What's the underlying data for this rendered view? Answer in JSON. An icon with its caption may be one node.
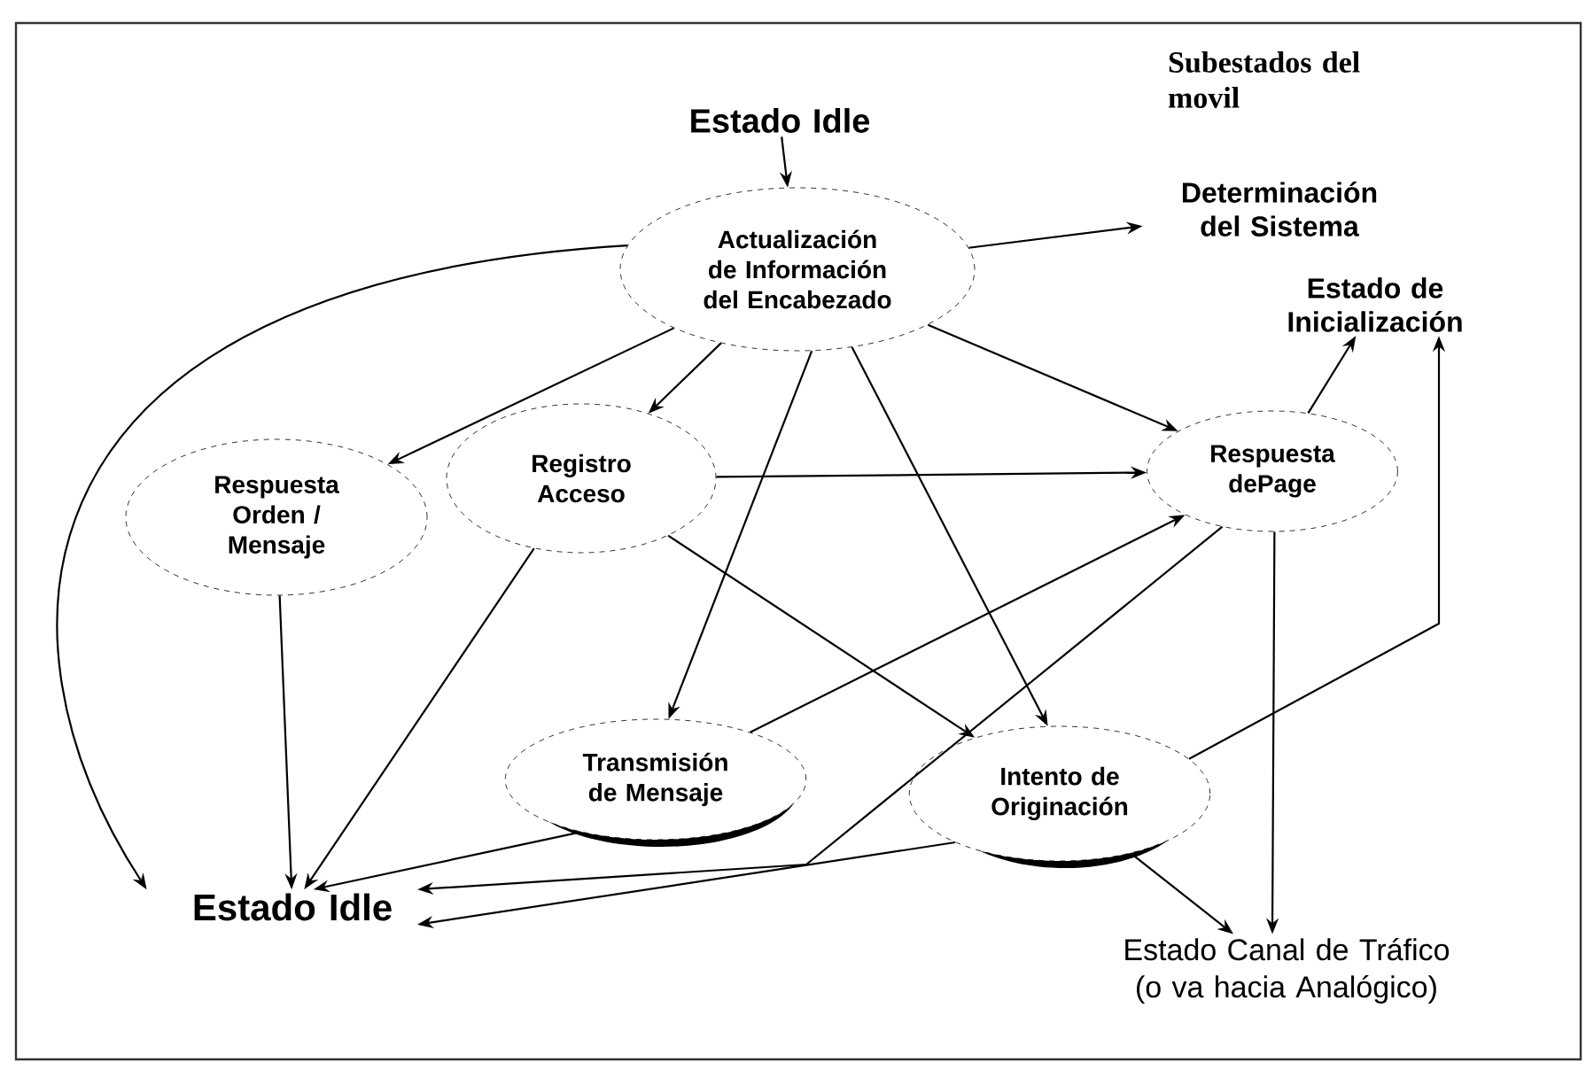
{
  "diagram": {
    "nodes": [
      {
        "text": [
          "Estado Idle"
        ]
      },
      {
        "text": [
          "Determinación del Sistema"
        ]
      },
      {
        "text": [
          "Actualización de Información del Encabezado"
        ]
      },
      {
        "text": [
          "Estado de Inicialización"
        ]
      },
      {
        "text": [
          "Respuesta Orden / Mensaje"
        ]
      },
      {
        "text": [
          "Registro Acceso"
        ]
      },
      {
        "text": [
          "Respuesta dePage"
        ]
      },
      {
        "text": [
          "Transmisión de Mensaje"
        ]
      },
      {
        "text": [
          "Intento de Originación"
        ]
      },
      {
        "text": [
          "Estado Idle"
        ]
      },
      {
        "text": [
          "Estado Canal de Tráfico (o va hacia Analógico)"
        ]
      }
    ],
    "edges": [
      {
        "from": 0,
        "to": 2,
        "arrow": "to"
      },
      {
        "from": 2,
        "to": 1,
        "arrow": "to"
      },
      {
        "from": 2,
        "to": 4,
        "arrow": "to"
      },
      {
        "from": 2,
        "to": 5,
        "arrow": "to"
      },
      {
        "from": 2,
        "to": 6,
        "arrow": "to"
      },
      {
        "from": 2,
        "to": 7,
        "arrow": "to"
      },
      {
        "from": 2,
        "to": 8,
        "arrow": "to"
      },
      {
        "from": 2,
        "to": 9,
        "arrow": "to"
      },
      {
        "from": 4,
        "to": 9,
        "arrow": "to"
      },
      {
        "from": 5,
        "to": 9,
        "arrow": "to"
      },
      {
        "from": 5,
        "to": 6,
        "arrow": "to"
      },
      {
        "from": 5,
        "to": 8,
        "arrow": "to"
      },
      {
        "from": 7,
        "to": 9,
        "arrow": "to"
      },
      {
        "from": 7,
        "to": 6,
        "arrow": "to"
      },
      {
        "from": 6,
        "to": 9,
        "arrow": "to"
      },
      {
        "from": 6,
        "to": 3,
        "arrow": "to"
      },
      {
        "from": 6,
        "to": 10,
        "arrow": "to"
      },
      {
        "from": 8,
        "to": 9,
        "arrow": "to"
      },
      {
        "from": 8,
        "to": 10,
        "arrow": "to"
      },
      {
        "from": 8,
        "to": 3,
        "arrow": "to"
      }
    ],
    "labels": [
      "Subestados del movil"
    ]
  }
}
